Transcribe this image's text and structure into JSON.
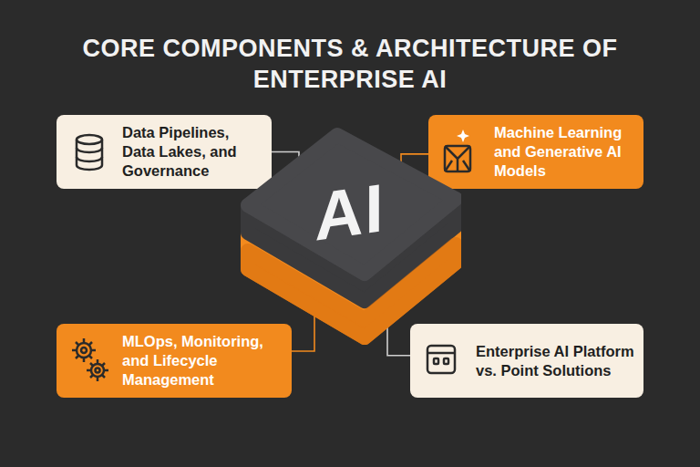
{
  "diagram": {
    "title": "CORE COMPONENTS & ARCHITECTURE OF ENTERPRISE AI",
    "nodes": [
      {
        "text": [
          "Data Pipelines, Data Lakes, and Governance"
        ]
      },
      {
        "text": [
          "Machine Learning and Generative AI Models"
        ]
      },
      {
        "text": [
          "AI"
        ]
      },
      {
        "text": [
          "MLOps, Monitoring, and Lifecycle Management"
        ]
      },
      {
        "text": [
          "Enterprise AI Platform vs. Point Solutions"
        ]
      }
    ],
    "edges": [
      {
        "from": 2,
        "to": 0,
        "arrow": "none"
      },
      {
        "from": 2,
        "to": 1,
        "arrow": "none"
      },
      {
        "from": 2,
        "to": 3,
        "arrow": "none"
      },
      {
        "from": 2,
        "to": 4,
        "arrow": "none"
      }
    ]
  }
}
